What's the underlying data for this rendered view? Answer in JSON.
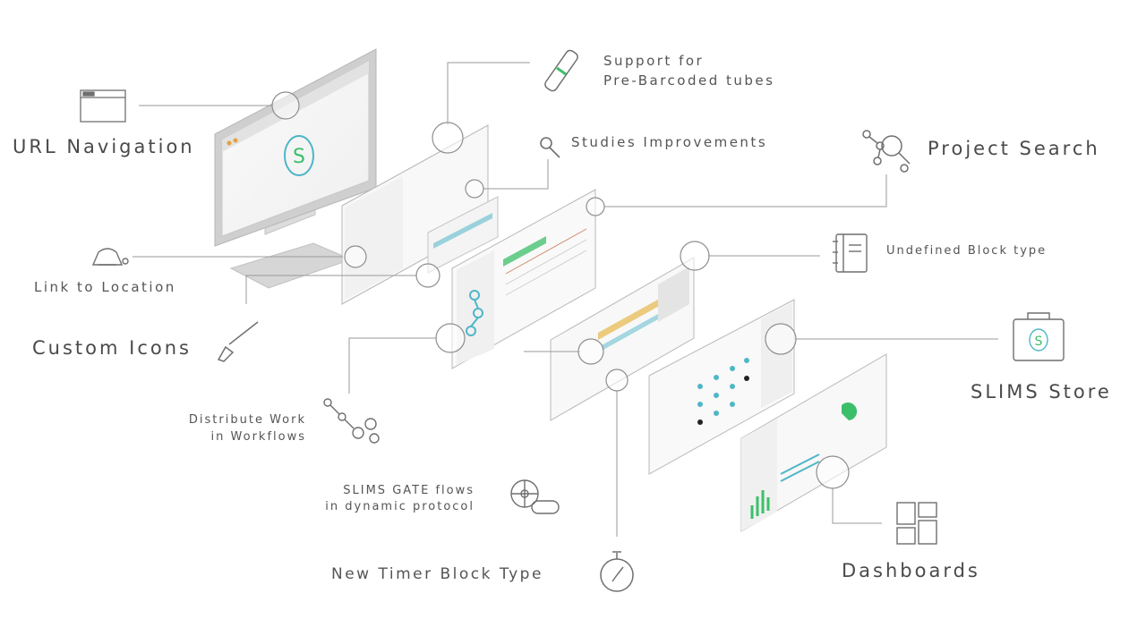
{
  "labels": {
    "url_navigation": "URL Navigation",
    "support_prebarcoded_line1": "Support for",
    "support_prebarcoded_line2": "Pre-Barcoded tubes",
    "studies_improvements": "Studies Improvements",
    "project_search": "Project Search",
    "undefined_block_type": "Undefined Block type",
    "link_to_location": "Link to Location",
    "custom_icons": "Custom Icons",
    "slims_store": "SLIMS Store",
    "distribute_work_line1": "Distribute Work",
    "distribute_work_line2": "in Workflows",
    "slims_gate_line1": "SLIMS GATE flows",
    "slims_gate_line2": "in dynamic protocol",
    "new_timer_block_type": "New Timer Block Type",
    "dashboards": "Dashboards"
  },
  "logo_letter": "S",
  "colors": {
    "line": "#9a9a9a",
    "panel_stroke": "#b8b8b8",
    "accent_green": "#3cbf6a",
    "accent_teal": "#4fb6c8",
    "icon": "#6f6f6f"
  }
}
